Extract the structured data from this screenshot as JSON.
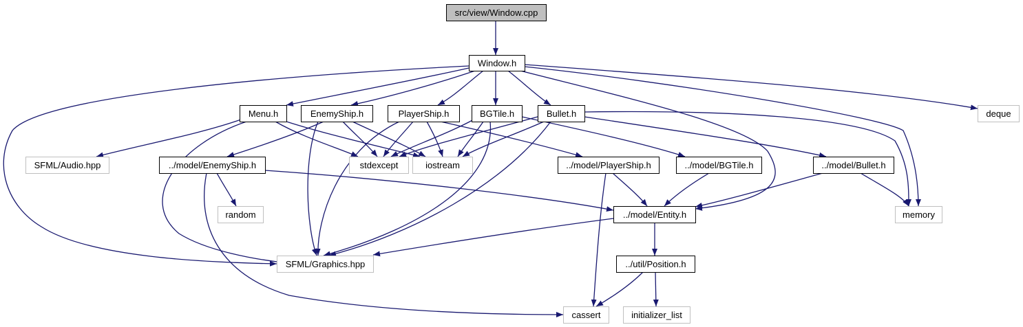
{
  "diagram": {
    "nodes": [
      {
        "id": "window_cpp",
        "label": "src/view/Window.cpp",
        "kind": "root"
      },
      {
        "id": "window_h",
        "label": "Window.h",
        "kind": "header"
      },
      {
        "id": "menu_h",
        "label": "Menu.h",
        "kind": "header"
      },
      {
        "id": "enemyship_h",
        "label": "EnemyShip.h",
        "kind": "header"
      },
      {
        "id": "playership_h",
        "label": "PlayerShip.h",
        "kind": "header"
      },
      {
        "id": "bgtile_h",
        "label": "BGTile.h",
        "kind": "header"
      },
      {
        "id": "bullet_h",
        "label": "Bullet.h",
        "kind": "header"
      },
      {
        "id": "deque",
        "label": "deque",
        "kind": "external"
      },
      {
        "id": "sfml_audio",
        "label": "SFML/Audio.hpp",
        "kind": "external"
      },
      {
        "id": "model_enemyship",
        "label": "../model/EnemyShip.h",
        "kind": "header"
      },
      {
        "id": "stdexcept",
        "label": "stdexcept",
        "kind": "external"
      },
      {
        "id": "iostream",
        "label": "iostream",
        "kind": "external"
      },
      {
        "id": "model_playership",
        "label": "../model/PlayerShip.h",
        "kind": "header"
      },
      {
        "id": "model_bgtile",
        "label": "../model/BGTile.h",
        "kind": "header"
      },
      {
        "id": "model_bullet",
        "label": "../model/Bullet.h",
        "kind": "header"
      },
      {
        "id": "random",
        "label": "random",
        "kind": "external"
      },
      {
        "id": "model_entity",
        "label": "../model/Entity.h",
        "kind": "header"
      },
      {
        "id": "memory",
        "label": "memory",
        "kind": "external"
      },
      {
        "id": "sfml_graphics",
        "label": "SFML/Graphics.hpp",
        "kind": "external"
      },
      {
        "id": "util_position",
        "label": "../util/Position.h",
        "kind": "header"
      },
      {
        "id": "cassert",
        "label": "cassert",
        "kind": "external"
      },
      {
        "id": "initializer_list",
        "label": "initializer_list",
        "kind": "external"
      }
    ],
    "edges": [
      [
        "window_cpp",
        "window_h"
      ],
      [
        "window_h",
        "menu_h"
      ],
      [
        "window_h",
        "enemyship_h"
      ],
      [
        "window_h",
        "playership_h"
      ],
      [
        "window_h",
        "bgtile_h"
      ],
      [
        "window_h",
        "bullet_h"
      ],
      [
        "window_h",
        "deque"
      ],
      [
        "window_h",
        "memory"
      ],
      [
        "window_h",
        "sfml_graphics"
      ],
      [
        "window_h",
        "model_entity"
      ],
      [
        "menu_h",
        "sfml_audio"
      ],
      [
        "menu_h",
        "stdexcept"
      ],
      [
        "menu_h",
        "iostream"
      ],
      [
        "menu_h",
        "sfml_graphics"
      ],
      [
        "enemyship_h",
        "model_enemyship"
      ],
      [
        "enemyship_h",
        "stdexcept"
      ],
      [
        "enemyship_h",
        "iostream"
      ],
      [
        "enemyship_h",
        "sfml_graphics"
      ],
      [
        "playership_h",
        "model_playership"
      ],
      [
        "playership_h",
        "stdexcept"
      ],
      [
        "playership_h",
        "iostream"
      ],
      [
        "playership_h",
        "sfml_graphics"
      ],
      [
        "bgtile_h",
        "model_bgtile"
      ],
      [
        "bgtile_h",
        "stdexcept"
      ],
      [
        "bgtile_h",
        "iostream"
      ],
      [
        "bgtile_h",
        "sfml_graphics"
      ],
      [
        "bullet_h",
        "model_bullet"
      ],
      [
        "bullet_h",
        "stdexcept"
      ],
      [
        "bullet_h",
        "iostream"
      ],
      [
        "bullet_h",
        "sfml_graphics"
      ],
      [
        "bullet_h",
        "memory"
      ],
      [
        "model_enemyship",
        "random"
      ],
      [
        "model_enemyship",
        "model_entity"
      ],
      [
        "model_enemyship",
        "cassert"
      ],
      [
        "model_playership",
        "model_entity"
      ],
      [
        "model_playership",
        "cassert"
      ],
      [
        "model_bgtile",
        "model_entity"
      ],
      [
        "model_bullet",
        "model_entity"
      ],
      [
        "model_bullet",
        "memory"
      ],
      [
        "model_entity",
        "sfml_graphics"
      ],
      [
        "model_entity",
        "util_position"
      ],
      [
        "util_position",
        "cassert"
      ],
      [
        "util_position",
        "initializer_list"
      ]
    ],
    "colors": {
      "edge": "#191970",
      "root_fill": "#bfbfbf",
      "node_border": "#000000",
      "external_border": "#bfbfbf",
      "text": "#000000"
    }
  }
}
